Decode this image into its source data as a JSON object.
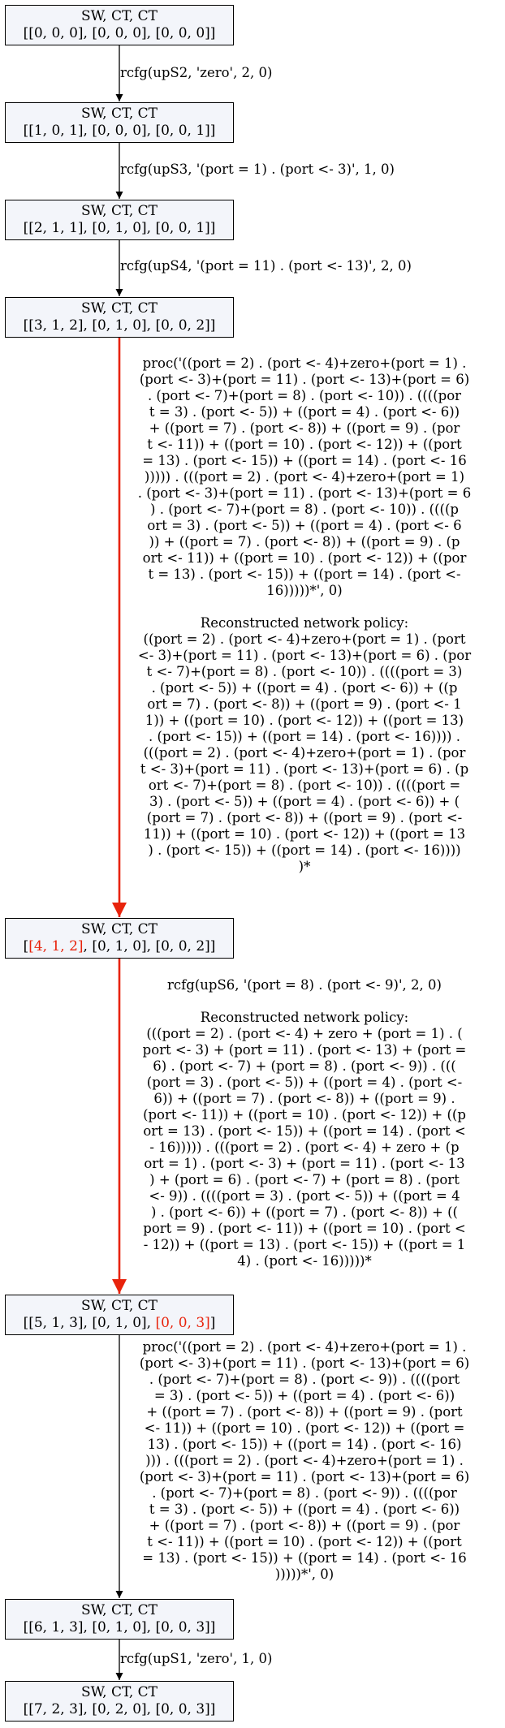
{
  "nodes": [
    {
      "header": "SW, CT, CT",
      "state": "[[0, 0, 0], [0, 0, 0], [0, 0, 0]]"
    },
    {
      "header": "SW, CT, CT",
      "state": "[[1, 0, 1], [0, 0, 0], [0, 0, 1]]"
    },
    {
      "header": "SW, CT, CT",
      "state": "[[2, 1, 1], [0, 1, 0], [0, 0, 1]]"
    },
    {
      "header": "SW, CT, CT",
      "state": "[[3, 1, 2], [0, 1, 0], [0, 0, 2]]"
    },
    {
      "header": "SW, CT, CT",
      "state_pre": "[",
      "state_hl": "[4, 1, 2]",
      "state_post": ", [0, 1, 0], [0, 0, 2]]"
    },
    {
      "header": "SW, CT, CT",
      "state_pre": "[[5, 1, 3], [0, 1, 0], ",
      "state_hl": "[0, 0, 3]",
      "state_post": "]"
    },
    {
      "header": "SW, CT, CT",
      "state": "[[6, 1, 3], [0, 1, 0], [0, 0, 3]]"
    },
    {
      "header": "SW, CT, CT",
      "state": "[[7, 2, 3], [0, 2, 0], [0, 0, 3]]"
    }
  ],
  "edges": [
    {
      "label": "rcfg(upS2, 'zero', 2, 0)"
    },
    {
      "label": "rcfg(upS3, '(port = 1) . (port <- 3)', 1, 0)"
    },
    {
      "label": "rcfg(upS4, '(port = 11) . (port <- 13)', 2, 0)"
    },
    {
      "lines": [
        "proc('((port = 2) . (port <- 4)+zero+(port = 1) .",
        "(port <- 3)+(port = 11) . (port <- 13)+(port = 6)",
        ". (port <- 7)+(port = 8) . (port <- 10)) . ((((por",
        "t = 3) . (port <- 5)) + ((port = 4) . (port <- 6))",
        "+ ((port = 7) . (port <- 8)) + ((port = 9) . (por",
        "t <- 11)) + ((port = 10) . (port <- 12)) + ((port",
        "= 13) . (port <- 15)) + ((port = 14) . (port <- 16",
        "))))) . (((port = 2) . (port <- 4)+zero+(port = 1)",
        ". (port <- 3)+(port = 11) . (port <- 13)+(port = 6",
        ") . (port <- 7)+(port = 8) . (port <- 10)) . ((((p",
        "ort = 3) . (port <- 5)) + ((port = 4) . (port <- 6",
        ")) + ((port = 7) . (port <- 8)) + ((port = 9) . (p",
        "ort <- 11)) + ((port = 10) . (port <- 12)) + ((por",
        "t = 13) . (port <- 15)) + ((port = 14) . (port <-",
        "16)))))*', 0)",
        "",
        "Reconstructed network policy:",
        "((port = 2) . (port <- 4)+zero+(port = 1) . (port",
        "<- 3)+(port = 11) . (port <- 13)+(port = 6) . (por",
        "t <- 7)+(port = 8) . (port <- 10)) . ((((port = 3)",
        ". (port <- 5)) + ((port = 4) . (port <- 6)) + ((p",
        "ort = 7) . (port <- 8)) + ((port = 9) . (port <- 1",
        "1)) + ((port = 10) . (port <- 12)) + ((port = 13)",
        ". (port <- 15)) + ((port = 14) . (port <- 16)))) .",
        "(((port = 2) . (port <- 4)+zero+(port = 1) . (por",
        "t <- 3)+(port = 11) . (port <- 13)+(port = 6) . (p",
        "ort <- 7)+(port = 8) . (port <- 10)) . ((((port =",
        "3) . (port <- 5)) + ((port = 4) . (port <- 6)) + (",
        "(port = 7) . (port <- 8)) + ((port = 9) . (port <-",
        "11)) + ((port = 10) . (port <- 12)) + ((port = 13",
        ") . (port <- 15)) + ((port = 14) . (port <- 16))))",
        ")*"
      ]
    },
    {
      "lines": [
        "rcfg(upS6, '(port = 8) . (port <- 9)', 2, 0)",
        "",
        "Reconstructed network policy:",
        "(((port = 2) . (port <- 4) + zero + (port = 1) . (",
        "port <- 3) + (port = 11) . (port <- 13) + (port =",
        "6) . (port <- 7) + (port = 8) . (port <- 9)) . (((",
        "(port = 3) . (port <- 5)) + ((port = 4) . (port <-",
        "6)) + ((port = 7) . (port <- 8)) + ((port = 9) .",
        "(port <- 11)) + ((port = 10) . (port <- 12)) + ((p",
        "ort = 13) . (port <- 15)) + ((port = 14) . (port <",
        "- 16))))) . (((port = 2) . (port <- 4) + zero + (p",
        "ort = 1) . (port <- 3) + (port = 11) . (port <- 13",
        ") + (port = 6) . (port <- 7) + (port = 8) . (port",
        "<- 9)) . ((((port = 3) . (port <- 5)) + ((port = 4",
        ") . (port <- 6)) + ((port = 7) . (port <- 8)) + ((",
        "port = 9) . (port <- 11)) + ((port = 10) . (port <",
        "- 12)) + ((port = 13) . (port <- 15)) + ((port = 1",
        "4) . (port <- 16)))))*"
      ]
    },
    {
      "lines": [
        "proc('((port = 2) . (port <- 4)+zero+(port = 1) .",
        "(port <- 3)+(port = 11) . (port <- 13)+(port = 6)",
        ". (port <- 7)+(port = 8) . (port <- 9)) . ((((port",
        "= 3) . (port <- 5)) + ((port = 4) . (port <- 6))",
        "+ ((port = 7) . (port <- 8)) + ((port = 9) . (port",
        "<- 11)) + ((port = 10) . (port <- 12)) + ((port =",
        "13) . (port <- 15)) + ((port = 14) . (port <- 16)",
        "))) . (((port = 2) . (port <- 4)+zero+(port = 1) .",
        "(port <- 3)+(port = 11) . (port <- 13)+(port = 6)",
        ". (port <- 7)+(port = 8) . (port <- 9)) . ((((por",
        "t = 3) . (port <- 5)) + ((port = 4) . (port <- 6))",
        "+ ((port = 7) . (port <- 8)) + ((port = 9) . (por",
        "t <- 11)) + ((port = 10) . (port <- 12)) + ((port",
        "= 13) . (port <- 15)) + ((port = 14) . (port <- 16",
        ")))))*', 0)"
      ]
    },
    {
      "label": "rcfg(upS1, 'zero', 1, 0)"
    }
  ],
  "colors": {
    "node_fill": "#f3f5fa",
    "edge_black": "#000000",
    "edge_red": "#e8230c",
    "highlight_text": "#e8230c"
  }
}
